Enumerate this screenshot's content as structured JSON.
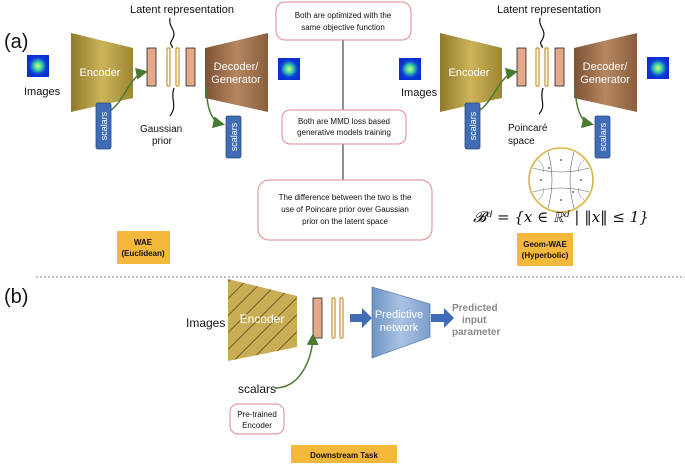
{
  "panel_a": {
    "label": "(a)",
    "left": {
      "encoder": "Encoder",
      "decoder_line1": "Decoder/",
      "decoder_line2": "Generator",
      "images": "Images",
      "scalars_in": "scalars",
      "scalars_out": "scalars",
      "latent": "Latent representation",
      "prior_line1": "Gaussian",
      "prior_line2": "prior",
      "badge_line1": "WAE",
      "badge_line2": "(Euclidean)"
    },
    "right": {
      "encoder": "Encoder",
      "decoder_line1": "Decoder/",
      "decoder_line2": "Generator",
      "images": "Images",
      "scalars_in": "scalars",
      "scalars_out": "scalars",
      "latent": "Latent representation",
      "space_line1": "Poincaré",
      "space_line2": "space",
      "formula": "𝓑ᵈ = {x ∈ ℝᵈ | ‖x‖ ≤ 1}",
      "badge_line1": "Geom-WAE",
      "badge_line2": "(Hyperbolic)"
    },
    "notes": {
      "note1_line1": "Both are optimized with the",
      "note1_line2": "same objective function",
      "note2_line1": "Both are MMD loss based",
      "note2_line2": "generative  models training",
      "note3_line1": "The difference between the two is the",
      "note3_line2": "use of Poincare prior over Gaussian",
      "note3_line3": "prior on the latent space"
    }
  },
  "panel_b": {
    "label": "(b)",
    "images": "Images",
    "encoder": "Encoder",
    "scalars": "scalars",
    "network_line1": "Predictive",
    "network_line2": "network",
    "output_line1": "Predicted",
    "output_line2": "input",
    "output_line3": "parameter",
    "pretrained_line1": "Pre-trained",
    "pretrained_line2": "Encoder",
    "task": "Downstream Task"
  },
  "colors": {
    "encoder": "#c4a84a",
    "decoder": "#a9764e",
    "latent": "#e5a88a",
    "scalars": "#3f6cb5",
    "badge": "#f4b83a",
    "note_border": "#e08a8a",
    "network": "#8fb0d6",
    "arrow_green": "#4a7a32"
  }
}
